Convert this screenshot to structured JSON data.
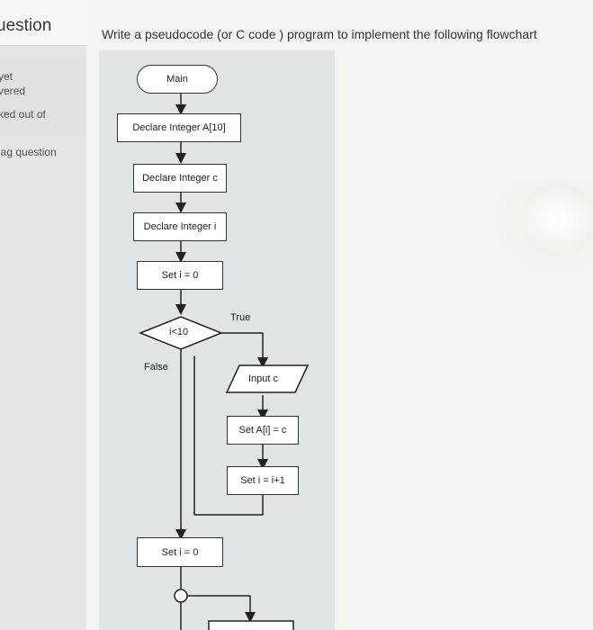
{
  "sidebar": {
    "title": "uestion",
    "status_line1": "yet",
    "status_line2": "vered",
    "marked": "ked out of",
    "flag": "lag question"
  },
  "question_text": "Write a pseudocode (or C code ) program to implement the following flowchart",
  "flowchart": {
    "main": "Main",
    "declare_array": "Declare Integer A[10]",
    "declare_c": "Declare Integer c",
    "declare_i": "Declare Integer i",
    "set_i_0": "Set i = 0",
    "condition": "i<10",
    "true_label": "True",
    "false_label": "False",
    "input_c": "Input c",
    "set_array": "Set A[i] = c",
    "increment": "Set i = i+1",
    "set_i_0_second": "Set i = 0"
  }
}
